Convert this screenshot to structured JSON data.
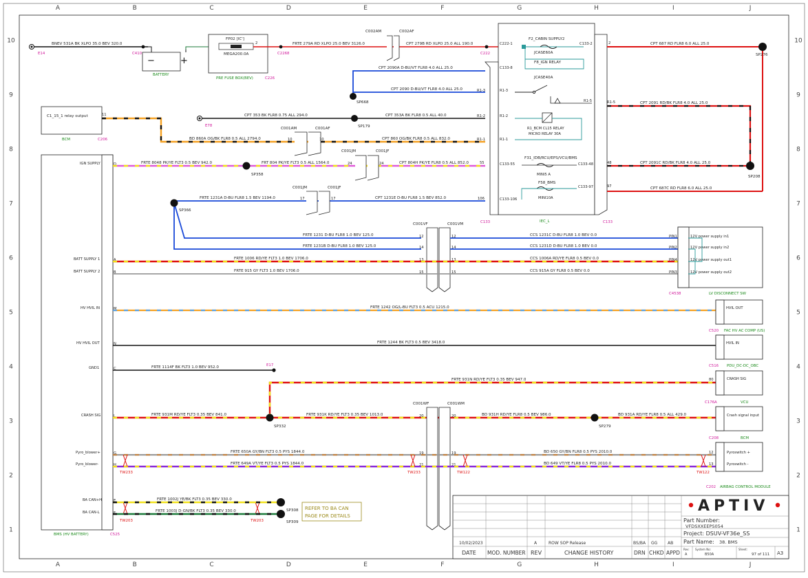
{
  "grid": {
    "columns": [
      "A",
      "B",
      "C",
      "D",
      "E",
      "F",
      "G",
      "H",
      "I",
      "J"
    ],
    "rows": [
      "10",
      "9",
      "8",
      "7",
      "6",
      "5",
      "4",
      "3",
      "2",
      "1"
    ]
  },
  "colors": {
    "red": "#dd1111",
    "black": "#111111",
    "blue": "#1848d8",
    "orange": "#f5a020",
    "yellow": "#f2e21a",
    "pink": "#e05ad8",
    "grey": "#9a9a9a",
    "purple": "#8a2bd8",
    "green": "#1b7a3a",
    "teal": "#2a9a9a",
    "magenta": "#d0169a"
  },
  "top": {
    "e14": "E14",
    "c410": "C410",
    "battery": "BATTERY",
    "w_bnev": "BNEV 531A BK XLPO 35.0 BEV 320.0",
    "fp02": "FP02 [IC']",
    "mega": "MEGA200.0A",
    "prefuse": "PRE FUSE BOX(BEV)",
    "c226": "C226",
    "c2268": "C2268",
    "w_279a": "FRTE 279A RD XLPO 25.0 BEV 3126.0",
    "c002am": "C002AM",
    "c002af": "C002AF",
    "w_279b": "CPT 279B RD XLPO 25.0 ALL 190.0",
    "c222": "C222",
    "w_2090a": "CPT 2090A D-BU/VT FLR8 4.0 ALL 25.0",
    "w_2090": "CPT 2090 D-BU/VT FLR8 4.0 ALL 25.0",
    "sp668": "SP668",
    "bcm_box": "C1_15_1 relay output",
    "bcm": "BCM",
    "c206": "C206",
    "p11": "11",
    "e78": "E78",
    "w_353": "CPT 353 BK FLR8 0.75 ALL 294.0",
    "sp179": "SP179",
    "w_353a": "CPT 353A BK FLR8 0.5 ALL 40.0",
    "c001am": "C001AM",
    "c001af": "C001AF",
    "w_860a": "BD 860A OG/BK FLR8 0.5 ALL 2794.0",
    "w_860": "CPT 860 OG/BK FLR8 0.5 ALL 832.0"
  },
  "iec": {
    "c222_1": "C222-1",
    "c133_2": "C133-2",
    "f2": "F2_CABIN SUPPLY2",
    "f2a": "JCASE60A",
    "f8": "F8_IGN RELAY",
    "f8a": "JCASE40A",
    "c133_8": "C133-8",
    "r13": "R1-3",
    "r12": "R1-2",
    "r11": "R1-1",
    "r15": "R1-5",
    "r15b": "R1-5",
    "relay": "R1_BCM CL15 RELAY",
    "relay2": "MICRO RELAY 30A",
    "f31": "F31_IDB/RCU/EPS/VCU/BMS",
    "f31a": "MINI5 A",
    "c133_55": "C133-55",
    "c133_48": "C133-48",
    "f58": "F58_BMS",
    "f58a": "MINI10A",
    "c133_106": "C133-106",
    "c133_97": "C133-97",
    "iecl": "IEC_L",
    "c133a": "C133",
    "c133b": "C133",
    "p2": "2",
    "p48": "48",
    "p97": "97",
    "p55": "55",
    "p106": "106"
  },
  "right": {
    "w_687": "CPT 687 RD FLR8 6.0 ALL 25.0",
    "sp276": "SP276",
    "w_2091": "CPT 2091 RD/BK FLR8 4.0 ALL 25.0",
    "w_2091c": "CPT 2091C RD/BK FLR8 4.0 ALL 25.0",
    "sp208": "SP208",
    "w_687c": "CPT 687C RD FLR8 6.0 ALL 25.0"
  },
  "bms": {
    "ign": "IGN SUPPLY",
    "batt1": "BATT SUPPLY 1",
    "batt2": "BATT SUPPLY 2",
    "hvin": "HV HVIL IN",
    "hvout": "HV HVIL OUT",
    "gnd": "GND1",
    "crash": "CRASH SIG",
    "pyrop": "Pyro_blower+",
    "pyrom": "Pyro_blower-",
    "canh": "BA CAN+H",
    "canl": "BA CAN-L",
    "name": "BMS (HV BATTERY)",
    "c525": "C525",
    "pD": "D",
    "pA": "A",
    "pB": "B",
    "pM": "M",
    "pN": "N",
    "pC": "C",
    "pL": "L",
    "pG": "G",
    "pH": "H",
    "pE": "E",
    "pF": "F"
  },
  "wires": {
    "w_8048": "FRTE 8048 PK/YE FLT3 0.5 BEV 942.0",
    "sp358": "SP358",
    "w_804": "FRT 804 PK/YE FLT3 0.5 ALL 1564.0",
    "c001jm": "C001JM",
    "c001jf": "C001JF",
    "w_804h": "CPT 804H PK/YE FLR8 0.5 ALL 852.0",
    "w_1231a": "FRTE 1231A D-BU FLR8 1.5 BEV 1194.0",
    "w_1231e": "CPT 1231E D-BU FLR8 1.5 BEV 852.0",
    "sp366": "SP366",
    "c001vf": "C001VF",
    "c001vm": "C001VM",
    "w_1231": "FRTE 1231 D-BU FLR8 1.0 BEV 125.0",
    "w_1231c": "CCS 1231C D-BU FLR8 1.0 BEV 0.0",
    "w_1231b": "FRTE 1231B D-BU FLR8 1.0 BEV 125.0",
    "w_1231d": "CCS 1231D D-BU FLR8 1.0 BEV 0.0",
    "w_1006": "FRTE 1006 RD/YE FLT3 1.0 BEV 1706.0",
    "w_1006a": "CCS 1006A RD/YE FLR8 0.5 BEV 0.0",
    "w_915": "FRTE 915 GY FLT3 1.0 BEV 1706.0",
    "w_915a": "CCS 915A GY FLR8 0.5 BEV 0.0",
    "w_1242": "FRTE 1242 OG/L-BU FLT3 0.5 ACU 1215.0",
    "w_1244": "FRTE 1244 BK FLT3 0.5 BEV 3418.0",
    "w_1114f": "FRTE 1114F BK FLT3 1.0 BEV 952.0",
    "e17": "E17",
    "w_931n": "FRTE 931N RD/YE FLT3 0.35 BEV 947.0",
    "w_931m": "FRTE 931M RD/YE FLT3 0.35 BEV 841.0",
    "sp332": "SP332",
    "w_931k": "FRTE 931K RD/YE FLT3 0.35 BEV 1013.0",
    "c001wf": "C001WF",
    "c001wm": "C001WM",
    "w_931h": "BD 931H RD/YE FLR8 0.5 BEV 986.0",
    "sp279": "SP279",
    "w_931a": "BD 931A RD/YE FLR8 0.5 ALL 429.0",
    "w_650a": "FRTE 650A GY/BN FLT3 0.5 PYS 1844.0",
    "w_650": "BD 650 GY/BN FLR8 0.5 PYS 2010.0",
    "w_649a": "FRTE 649A VT/YE FLT3 0.5 PYS 1844.0",
    "w_649": "BD 649 VT/YE FLR8 0.5 PYS 2010.0",
    "tw233a": "TW233",
    "tw233b": "TW233",
    "tw122a": "TW122",
    "tw122b": "TW122",
    "w_1002j": "FRTE 1002J YE/BK FLT3 0.35 BEV 330.0",
    "w_1003j": "FRTE 1003J D-GN/BK FLT3 0.35 BEV 330.0",
    "sp308": "SP308",
    "sp309": "SP309",
    "tw203a": "TW203",
    "tw203b": "TW203",
    "refer1": "REFER TO BA CAN",
    "refer2": "PAGE FOR DETAILS",
    "pin12": "12",
    "pin14": "14",
    "pin13": "13",
    "pin15": "15",
    "pin10": "10",
    "pin24": "24",
    "pin17": "17",
    "pin20": "20",
    "pin19": "19",
    "pin21": "21"
  },
  "modules": {
    "lv_in1": "12V power supply in1",
    "lv_in2": "12V power supply in2",
    "lv_out1": "12V power supply out1",
    "lv_out2": "12V power supply out2",
    "pin1": "PIN1",
    "pin2": "PIN2",
    "pin4": "PIN4",
    "pin3": "PIN3",
    "c4538": "C4538",
    "lv": "LV DISCONNECT SW",
    "hvil_out": "HVIL OUT",
    "c520": "C520",
    "fac": "FAC HV AC COMP (US)",
    "hvil_in": "HVIL IN",
    "c516": "C516",
    "pdu": "PDU_DC-DC_OBC",
    "crash_sig": "CRASH SIG",
    "c176a": "C176A",
    "vcu": "VCU",
    "p80": "80",
    "crash_in": "Crash signal input",
    "c208": "C208",
    "bcm2": "BCM",
    "pyro_p": "Pyroswitch +",
    "pyro_m": "Pyroswitch -",
    "c202": "C202",
    "airbag": "AIRBAG CONTROL MODULE",
    "p12": "12",
    "p13": "13"
  },
  "title": {
    "logo": "APTIV",
    "pn_label": "Part Number:",
    "pn": "VFDSXXEEPS054",
    "project": "Project: DSUV-VF36e_SS",
    "partname": "Part Name:",
    "partname_val": "38. BMS",
    "rev_label": "Rev:",
    "rev": "A",
    "sysno_label": "System No:",
    "sysno": "B50A",
    "sheet_label": "Sheet:",
    "sheet": "97 of 111",
    "size": "A3",
    "date_val": "10/02/2023",
    "rev_val": "A",
    "change": "ROW SOP Release",
    "drn": "BS/BA",
    "chkd": "GG",
    "appd": "AB",
    "h_date": "DATE",
    "h_mod": "MOD. NUMBER",
    "h_rev": "REV",
    "h_change": "CHANGE HISTORY",
    "h_drn": "DRN",
    "h_chkd": "CHKD",
    "h_appd": "APPD"
  }
}
